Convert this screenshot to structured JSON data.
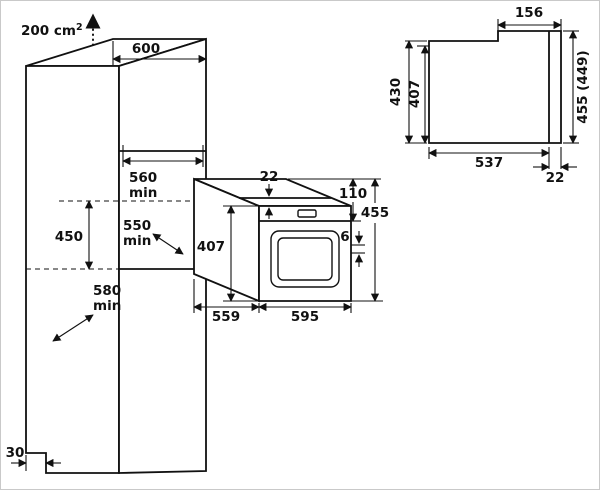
{
  "diagram": {
    "background": "#ffffff",
    "line_color": "#111111"
  },
  "ventilation": {
    "area": "200 cm",
    "area_exponent": "2"
  },
  "cabinet": {
    "top_width": "600",
    "niche_width": "560",
    "niche_width_qualifier": "min",
    "niche_height": "450",
    "niche_depth": "550",
    "niche_depth_qualifier": "min",
    "installation_depth": "580",
    "installation_depth_qualifier": "min",
    "plinth_gap": "30"
  },
  "oven": {
    "frame_overlap": "22",
    "control_panel_height": "110",
    "total_height": "455",
    "body_height": "407",
    "gap": "6",
    "body_depth": "559",
    "width": "595"
  },
  "side_view": {
    "top_recess_depth": "156",
    "body_height": "430",
    "inner_height": "407",
    "total_height": "455 (449)",
    "body_depth": "537",
    "frame_depth": "22"
  }
}
